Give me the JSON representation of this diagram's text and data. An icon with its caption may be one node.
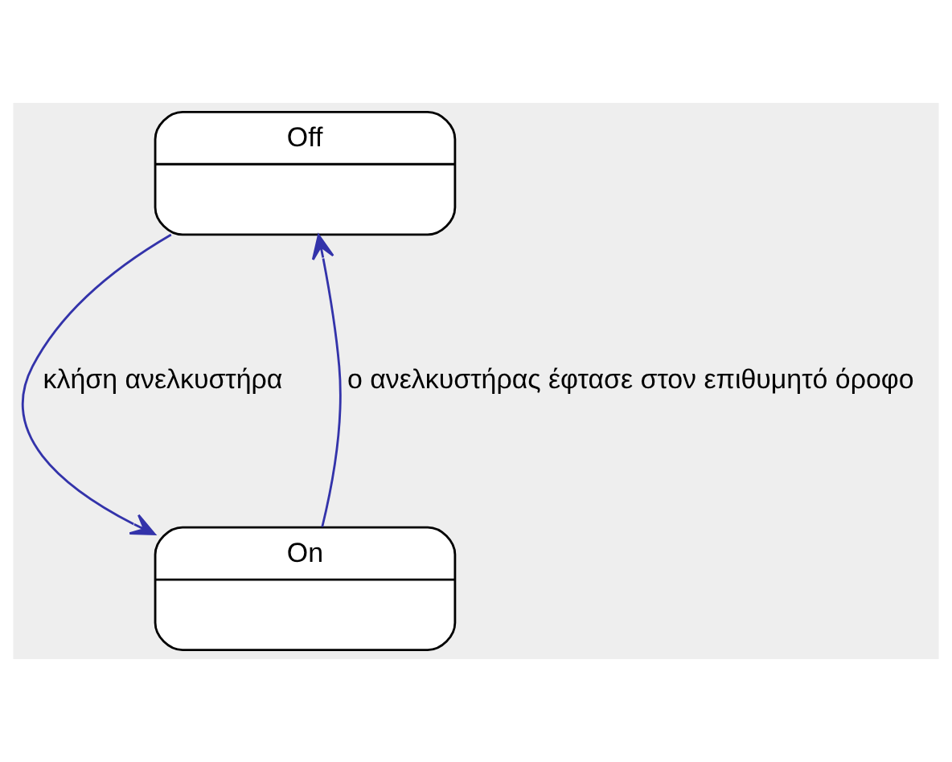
{
  "diagram": {
    "nodes": [
      {
        "text": [
          "Off"
        ]
      },
      {
        "text": [
          "On"
        ]
      }
    ],
    "edges": [
      {
        "from": 0,
        "to": 1,
        "arrow": "to",
        "label": "κλήση ανελκυστήρα"
      },
      {
        "from": 1,
        "to": 0,
        "arrow": "to",
        "label": "ο ανελκυστήρας έφτασε στον επιθυμητό όροφο"
      }
    ]
  }
}
